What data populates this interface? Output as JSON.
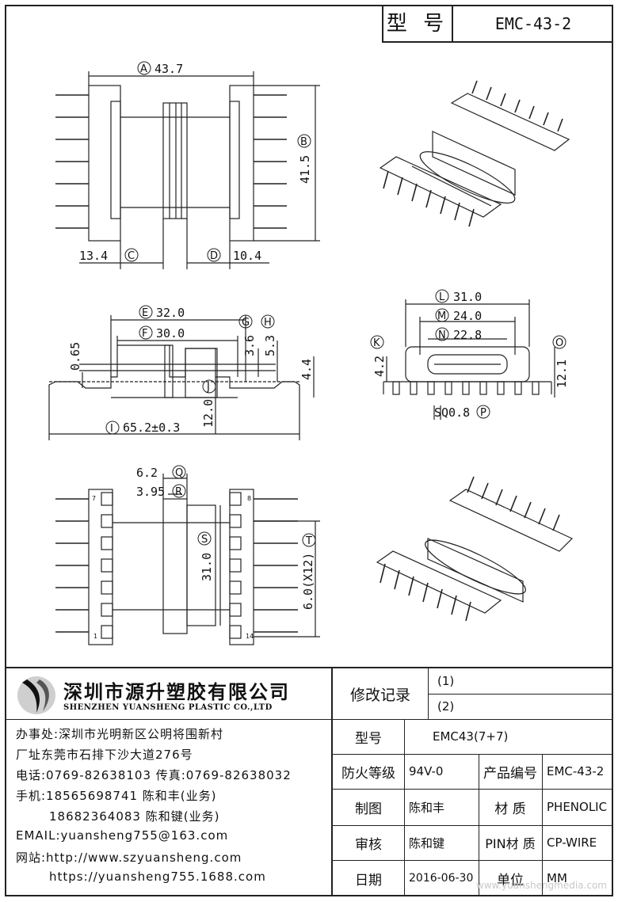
{
  "title_block": {
    "label": "型 号",
    "model": "EMC-43-2"
  },
  "dims_top": {
    "A": "A",
    "A_val": "43.7",
    "B": "B",
    "B_val": "41.5",
    "C": "C",
    "C_val": "13.4",
    "D": "D",
    "D_val": "10.4"
  },
  "dims_side": {
    "E": "E",
    "E_val": "32.0",
    "F": "F",
    "F_val": "30.0",
    "G": "G",
    "G_val": "3.6",
    "H": "H",
    "H_val": "5.3",
    "I": "I",
    "I_val": "65.2±0.3",
    "J": "J",
    "J_val": "12.0",
    "t065": "0.65",
    "t44": "4.4"
  },
  "dims_end": {
    "L": "L",
    "L_val": "31.0",
    "M": "M",
    "M_val": "24.0",
    "N": "N",
    "N_val": "22.8",
    "K": "K",
    "K_val": "4.2",
    "O": "O",
    "O_val": "12.1",
    "P": "P",
    "P_val": "SQ0.8"
  },
  "dims_bottom": {
    "Q": "Q",
    "Q_val": "6.2",
    "R": "R",
    "R_val": "3.95",
    "S": "S",
    "S_val": "31.0",
    "T": "T",
    "T_val": "6.0(X12)",
    "pin7": "7",
    "pin8": "8",
    "pin1": "1",
    "pin14": "14"
  },
  "company": {
    "name_cn": "深圳市源升塑胶有限公司",
    "name_en": "SHENZHEN YUANSHENG PLASTIC CO.,LTD",
    "office": "办事处:深圳市光明新区公明将围新村",
    "factory": "厂址东莞市石排下沙大道276号",
    "phone": "电话:0769-82638103 传真:0769-82638032",
    "mobile1": "手机:18565698741 陈和丰(业务)",
    "mobile2": "18682364083 陈和键(业务)",
    "email": "EMAIL:yuansheng755@163.com",
    "web1": "网站:http://www.szyuansheng.com",
    "web2": "https://yuansheng755.1688.com"
  },
  "table": {
    "rev_label": "修改记录",
    "rev1": "(1)",
    "rev2": "(2)",
    "model_label": "型号",
    "model_value": "EMC43(7+7)",
    "fire_label": "防火等级",
    "fire_value": "94V-0",
    "part_label": "产品编号",
    "part_value": "EMC-43-2",
    "draw_label": "制图",
    "draw_value": "陈和丰",
    "material_label": "材 质",
    "material_value": "PHENOLIC",
    "check_label": "审核",
    "check_value": "陈和键",
    "pin_label": "PIN材 质",
    "pin_value": "CP-WIRE",
    "date_label": "日期",
    "date_value": "2016-06-30",
    "unit_label": "单位",
    "unit_value": "MM"
  },
  "watermark": "www.yuanshengmedia.com"
}
